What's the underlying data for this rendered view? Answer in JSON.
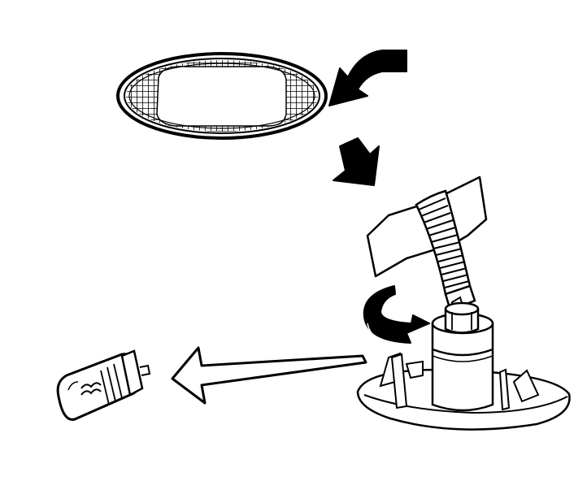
{
  "colors": {
    "background": "#ffffff",
    "ink": "#000000",
    "fill": "#ffffff"
  },
  "parts": {
    "lens": "oval-lens",
    "socket_housing": "lamp-housing-with-socket",
    "bulb": "wedge-bulb",
    "wiring": "corrugated-harness"
  },
  "arrows": {
    "remove_lens": "curved-arrow-icon",
    "lens_direction": "diagonal-arrow-icon",
    "twist_socket": "rotate-arrow-icon",
    "remove_bulb": "outline-arrow-icon"
  }
}
